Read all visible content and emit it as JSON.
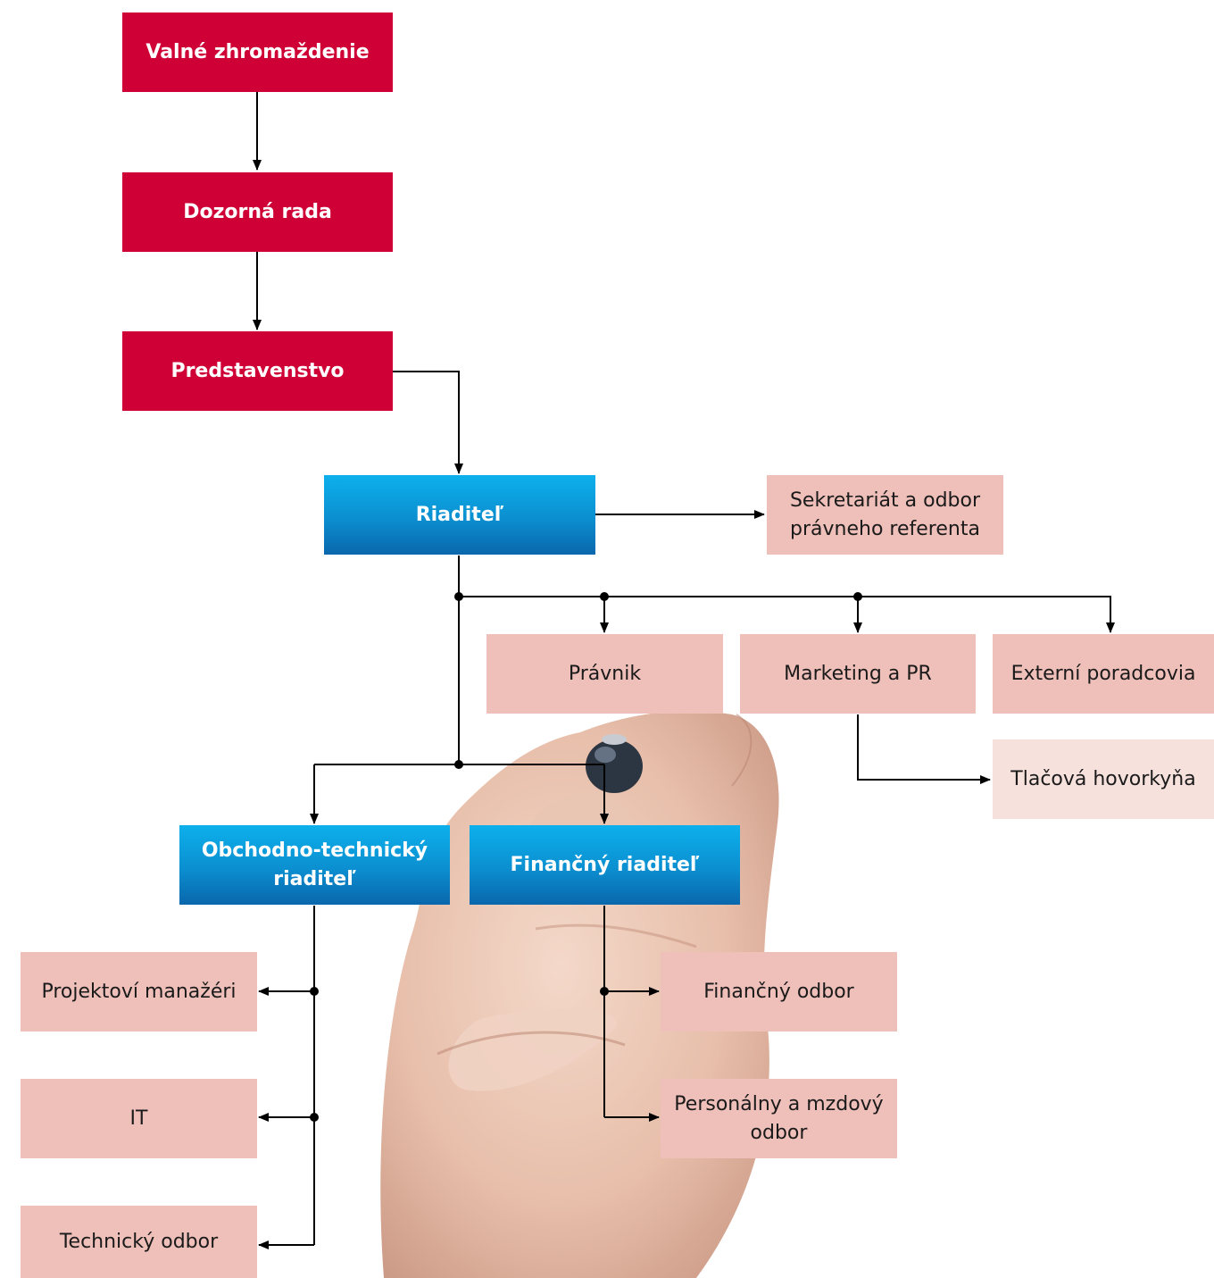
{
  "colors": {
    "governance": "#cf0036",
    "management": "#0b8fd0",
    "department": "#efbfb9",
    "sub_department": "#f7e1dd",
    "connector": "#000000"
  },
  "boxes": {
    "valne_zhromazdenie": "Valné zhromaždenie",
    "dozorna_rada": "Dozorná rada",
    "predstavenstvo": "Predstavenstvo",
    "riaditel": "Riaditeľ",
    "sekretariat": "Sekretariát a odbor právneho referenta",
    "pravnik": "Právnik",
    "marketing": "Marketing a PR",
    "externi_poradcovia": "Externí poradcovia",
    "tlacova_hovorkyna": "Tlačová hovorkyňa",
    "obchodno_technicky": "Obchodno-technický riaditeľ",
    "financny_riaditel": "Finančný riaditeľ",
    "projektovi_manazeri": "Projektoví manažéri",
    "it": "IT",
    "technicky_odbor": "Technický odbor",
    "financny_odbor": "Finančný odbor",
    "personalny_odbor": "Personálny a mzdový odbor"
  }
}
